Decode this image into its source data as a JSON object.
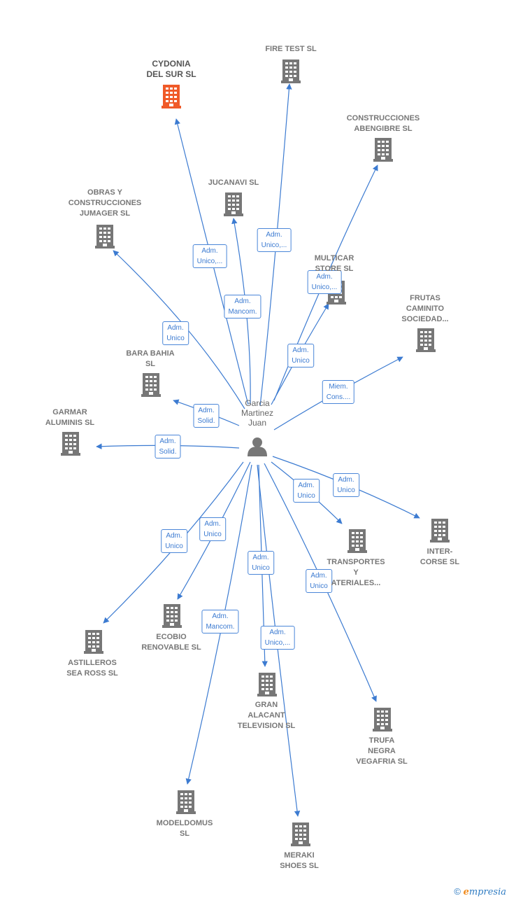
{
  "colors": {
    "edge": "#3c7bd1",
    "node": "#777777",
    "highlight": "#f05a28"
  },
  "center": {
    "name_lines": [
      "Garcia",
      "Martinez",
      "Juan"
    ],
    "icon": "person-icon"
  },
  "nodes": [
    {
      "id": "cydonia",
      "lines": [
        "CYDONIA",
        "DEL SUR  SL"
      ],
      "highlight": true
    },
    {
      "id": "fire-test",
      "lines": [
        "FIRE TEST SL"
      ]
    },
    {
      "id": "construcciones-abengibre",
      "lines": [
        "CONSTRUCCIONES",
        "ABENGIBRE SL"
      ]
    },
    {
      "id": "jucanavi",
      "lines": [
        "JUCANAVI SL"
      ]
    },
    {
      "id": "obras-jumager",
      "lines": [
        "OBRAS Y",
        "CONSTRUCCIONES",
        "JUMAGER SL"
      ]
    },
    {
      "id": "multicar-store",
      "lines": [
        "MULTICAR",
        "STORE  SL"
      ]
    },
    {
      "id": "frutas-caminito",
      "lines": [
        "FRUTAS",
        "CAMINITO",
        "SOCIEDAD..."
      ]
    },
    {
      "id": "bara-bahia",
      "lines": [
        "BARA BAHIA",
        "SL"
      ]
    },
    {
      "id": "garmar",
      "lines": [
        "GARMAR",
        "ALUMINIS  SL"
      ]
    },
    {
      "id": "transportes",
      "lines": [
        "TRANSPORTES",
        "Y",
        "ATERIALES..."
      ]
    },
    {
      "id": "inter-corse",
      "lines": [
        "INTER-",
        "CORSE SL"
      ]
    },
    {
      "id": "ecobio",
      "lines": [
        "ECOBIO",
        "RENOVABLE SL"
      ]
    },
    {
      "id": "astilleros",
      "lines": [
        "ASTILLEROS",
        "SEA ROSS  SL"
      ]
    },
    {
      "id": "gran-alacant",
      "lines": [
        "GRAN",
        "ALACANT",
        "TELEVISION SL"
      ]
    },
    {
      "id": "trufa-negra",
      "lines": [
        "TRUFA",
        "NEGRA",
        "VEGAFRIA  SL"
      ]
    },
    {
      "id": "modeldomus",
      "lines": [
        "MODELDOMUS",
        "SL"
      ]
    },
    {
      "id": "meraki",
      "lines": [
        "MERAKI",
        "SHOES  SL"
      ]
    }
  ],
  "edges": [
    {
      "to": "cydonia",
      "label": [
        "Adm.",
        "Unico,..."
      ]
    },
    {
      "to": "fire-test",
      "label": [
        "Adm.",
        "Unico,..."
      ]
    },
    {
      "to": "construcciones-abengibre",
      "label": [
        "Adm.",
        "Unico"
      ]
    },
    {
      "to": "jucanavi",
      "label": [
        "Adm.",
        "Mancom."
      ]
    },
    {
      "to": "obras-jumager",
      "label": [
        "Adm.",
        "Unico"
      ]
    },
    {
      "to": "multicar-store",
      "label": [
        "Adm.",
        "Unico,..."
      ]
    },
    {
      "to": "frutas-caminito",
      "label": [
        "Miem.",
        "Cons...."
      ]
    },
    {
      "to": "bara-bahia",
      "label": [
        "Adm.",
        "Solid."
      ]
    },
    {
      "to": "garmar",
      "label": [
        "Adm.",
        "Solid."
      ]
    },
    {
      "to": "transportes",
      "label": [
        "Adm.",
        "Unico"
      ]
    },
    {
      "to": "inter-corse",
      "label": [
        "Adm.",
        "Unico"
      ]
    },
    {
      "to": "ecobio",
      "label": [
        "Adm.",
        "Unico"
      ]
    },
    {
      "to": "astilleros",
      "label": [
        "Adm.",
        "Unico"
      ]
    },
    {
      "to": "gran-alacant",
      "label": [
        "Adm.",
        "Unico"
      ]
    },
    {
      "to": "trufa-negra",
      "label": [
        "Adm.",
        "Unico"
      ]
    },
    {
      "to": "modeldomus",
      "label": [
        "Adm.",
        "Mancom."
      ]
    },
    {
      "to": "meraki",
      "label": [
        "Adm.",
        "Unico,..."
      ]
    }
  ],
  "footer": {
    "copyright": "©",
    "brand_initial": "e",
    "brand_rest": "mpresia"
  }
}
